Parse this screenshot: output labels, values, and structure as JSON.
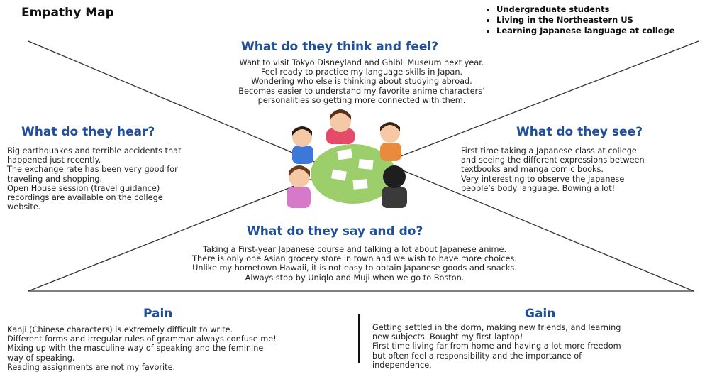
{
  "title": "Empathy Map",
  "persona": [
    "Undergraduate students",
    "Living in the Northeastern US",
    "Learning Japanese language at college"
  ],
  "think_feel": {
    "heading": "What do they think and feel?",
    "lines": [
      "Want to visit Tokyo Disneyland and Ghibli Museum next year.",
      "Feel ready to practice my language skills in Japan.",
      "Wondering who else is thinking about studying abroad.",
      "Becomes easier to understand my favorite anime characters’",
      "personalities so getting more connected with them."
    ]
  },
  "hear": {
    "heading": "What do they hear?",
    "lines": [
      "Big earthquakes and terrible accidents that",
      "happened just recently.",
      "The exchange rate has been very good for",
      "traveling and shopping.",
      "Open House session (travel guidance)",
      "recordings are available on the college",
      "website."
    ]
  },
  "see": {
    "heading": "What do they see?",
    "lines": [
      "First time taking a Japanese class at college",
      "and seeing the different expressions between",
      "textbooks and manga comic books.",
      "Very interesting to observe the Japanese",
      "people’s body language. Bowing a lot!"
    ]
  },
  "say_do": {
    "heading": "What do they say and do?",
    "lines": [
      "Taking a First-year Japanese course and talking a lot about Japanese anime.",
      "There is only one Asian grocery store in town and we wish to have more choices.",
      "Unlike my hometown Hawaii, it is not easy to obtain Japanese goods and snacks.",
      "Always stop by Uniqlo and Muji when we go to Boston."
    ]
  },
  "pain": {
    "heading": "Pain",
    "lines": [
      "Kanji (Chinese characters) is extremely difficult to write.",
      "Different forms and irregular rules of grammar always confuse me!",
      "Mixing up with the masculine way of speaking and the feminine",
      "way of speaking.",
      "Reading assignments are not my favorite."
    ]
  },
  "gain": {
    "heading": "Gain",
    "lines": [
      "Getting settled in the dorm, making new friends, and learning",
      "new subjects. Bought my first laptop!",
      "First time living far from home and having a lot more freedom",
      "but often feel a responsibility and the importance of",
      "independence."
    ]
  },
  "illustration_icon": "students-discussion-illustration",
  "colors": {
    "heading": "#1f4e9a",
    "lines": "#222222"
  }
}
